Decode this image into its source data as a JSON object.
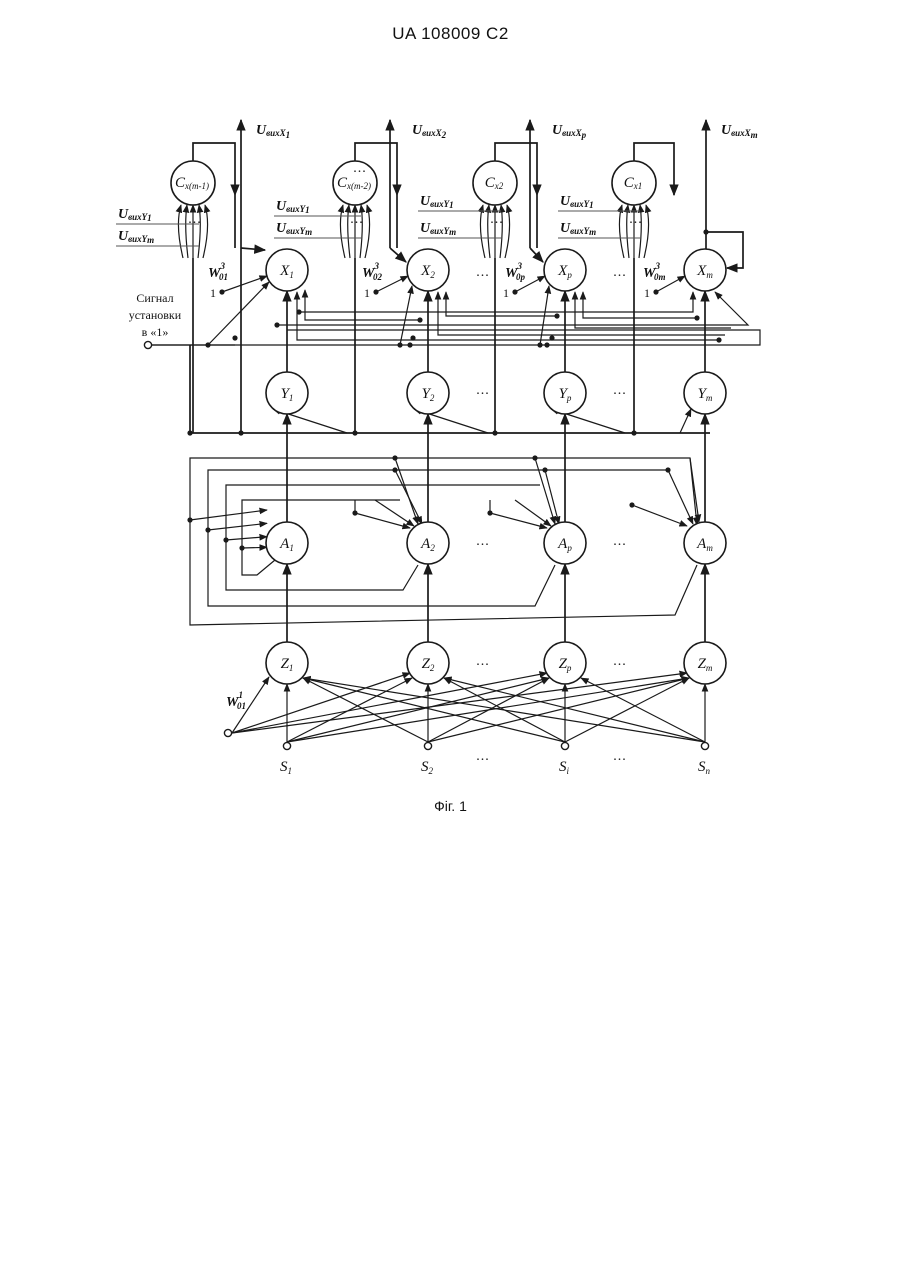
{
  "header": {
    "text": "UA   108009   C2"
  },
  "figure": {
    "caption": "Фіг. 1",
    "layers": {
      "X": [
        {
          "id": "x1",
          "main": "X",
          "sub": "1"
        },
        {
          "id": "x2",
          "main": "X",
          "sub": "2"
        },
        {
          "id": "xp",
          "main": "X",
          "sub": "p"
        },
        {
          "id": "xm",
          "main": "X",
          "sub": "m"
        }
      ],
      "Y": [
        {
          "id": "y1",
          "main": "Y",
          "sub": "1"
        },
        {
          "id": "y2",
          "main": "Y",
          "sub": "2"
        },
        {
          "id": "yp",
          "main": "Y",
          "sub": "p"
        },
        {
          "id": "ym",
          "main": "Y",
          "sub": "m"
        }
      ],
      "A": [
        {
          "id": "a1",
          "main": "A",
          "sub": "1"
        },
        {
          "id": "a2",
          "main": "A",
          "sub": "2"
        },
        {
          "id": "ap",
          "main": "A",
          "sub": "p"
        },
        {
          "id": "am",
          "main": "A",
          "sub": "m"
        }
      ],
      "Z": [
        {
          "id": "z1",
          "main": "Z",
          "sub": "1"
        },
        {
          "id": "z2",
          "main": "Z",
          "sub": "2"
        },
        {
          "id": "zp",
          "main": "Z",
          "sub": "p"
        },
        {
          "id": "zm",
          "main": "Z",
          "sub": "m"
        }
      ],
      "C": [
        {
          "id": "c1",
          "main": "C",
          "sub": "x(m-1)"
        },
        {
          "id": "c2",
          "main": "C",
          "sub": "x(m-2)"
        },
        {
          "id": "c3",
          "main": "C",
          "sub": "x2"
        },
        {
          "id": "c4",
          "main": "C",
          "sub": "x1"
        }
      ]
    },
    "inputs": [
      {
        "main": "S",
        "sub": "1"
      },
      {
        "main": "S",
        "sub": "2"
      },
      {
        "main": "S",
        "sub": "i"
      },
      {
        "main": "S",
        "sub": "n"
      }
    ],
    "outputs": [
      {
        "main": "U",
        "sub": "вихX",
        "index": "1"
      },
      {
        "main": "U",
        "sub": "вихX",
        "index": "2"
      },
      {
        "main": "U",
        "sub": "вихX",
        "index": "p"
      },
      {
        "main": "U",
        "sub": "вихX",
        "index": "m"
      }
    ],
    "c_input_labels": [
      {
        "main": "U",
        "sub": "вихY",
        "index": "1"
      },
      {
        "main": "U",
        "sub": "вихY",
        "index": "m"
      }
    ],
    "weights": {
      "x_layer": [
        {
          "main": "W",
          "sup": "3",
          "sub": "01"
        },
        {
          "main": "W",
          "sup": "3",
          "sub": "02"
        },
        {
          "main": "W",
          "sup": "3",
          "sub": "0p"
        },
        {
          "main": "W",
          "sup": "3",
          "sub": "0m"
        }
      ],
      "z_layer": {
        "main": "W",
        "sup": "1",
        "sub": "01"
      },
      "bias_value": "1"
    },
    "set_signal": [
      "Сигнал",
      "установки",
      "в «1»"
    ],
    "ellipsis": "..."
  }
}
